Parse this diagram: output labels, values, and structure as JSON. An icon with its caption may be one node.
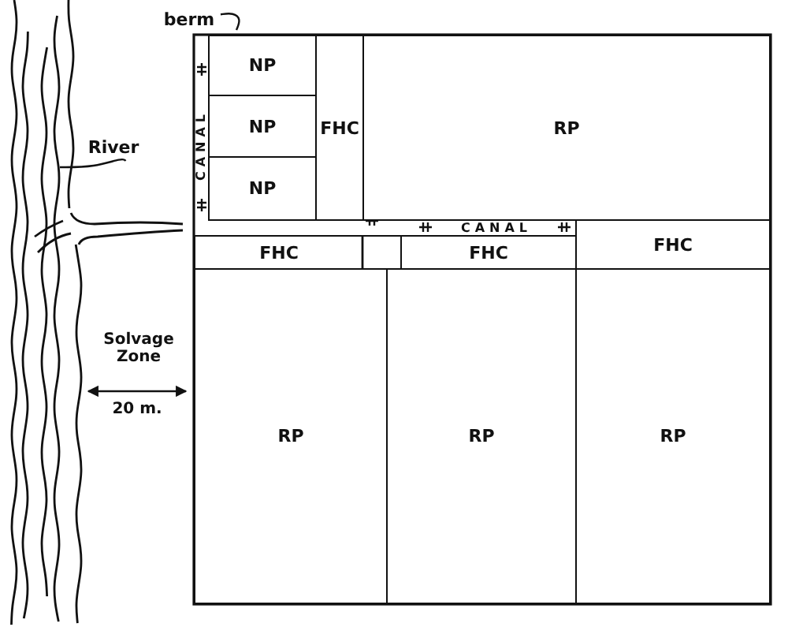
{
  "diagram": {
    "nodes": [
      {
        "text": [
          "berm"
        ]
      },
      {
        "text": [
          "River"
        ]
      },
      {
        "text": [
          "NP"
        ]
      },
      {
        "text": [
          "NP"
        ]
      },
      {
        "text": [
          "NP"
        ]
      },
      {
        "text": [
          "FHC"
        ]
      },
      {
        "text": [
          "RP"
        ]
      },
      {
        "text": [
          "FHC"
        ]
      },
      {
        "text": [
          "FHC"
        ]
      },
      {
        "text": [
          "FHC"
        ]
      },
      {
        "text": [
          "RP"
        ]
      },
      {
        "text": [
          "RP"
        ]
      },
      {
        "text": [
          "RP"
        ]
      }
    ],
    "edges": [
      {
        "from": 0,
        "to": null,
        "arrow": "none"
      },
      {
        "from": 1,
        "to": null,
        "arrow": "none"
      }
    ],
    "labels": [
      "CANAL",
      "CANAL",
      "Solvage Zone",
      "20 m."
    ]
  }
}
